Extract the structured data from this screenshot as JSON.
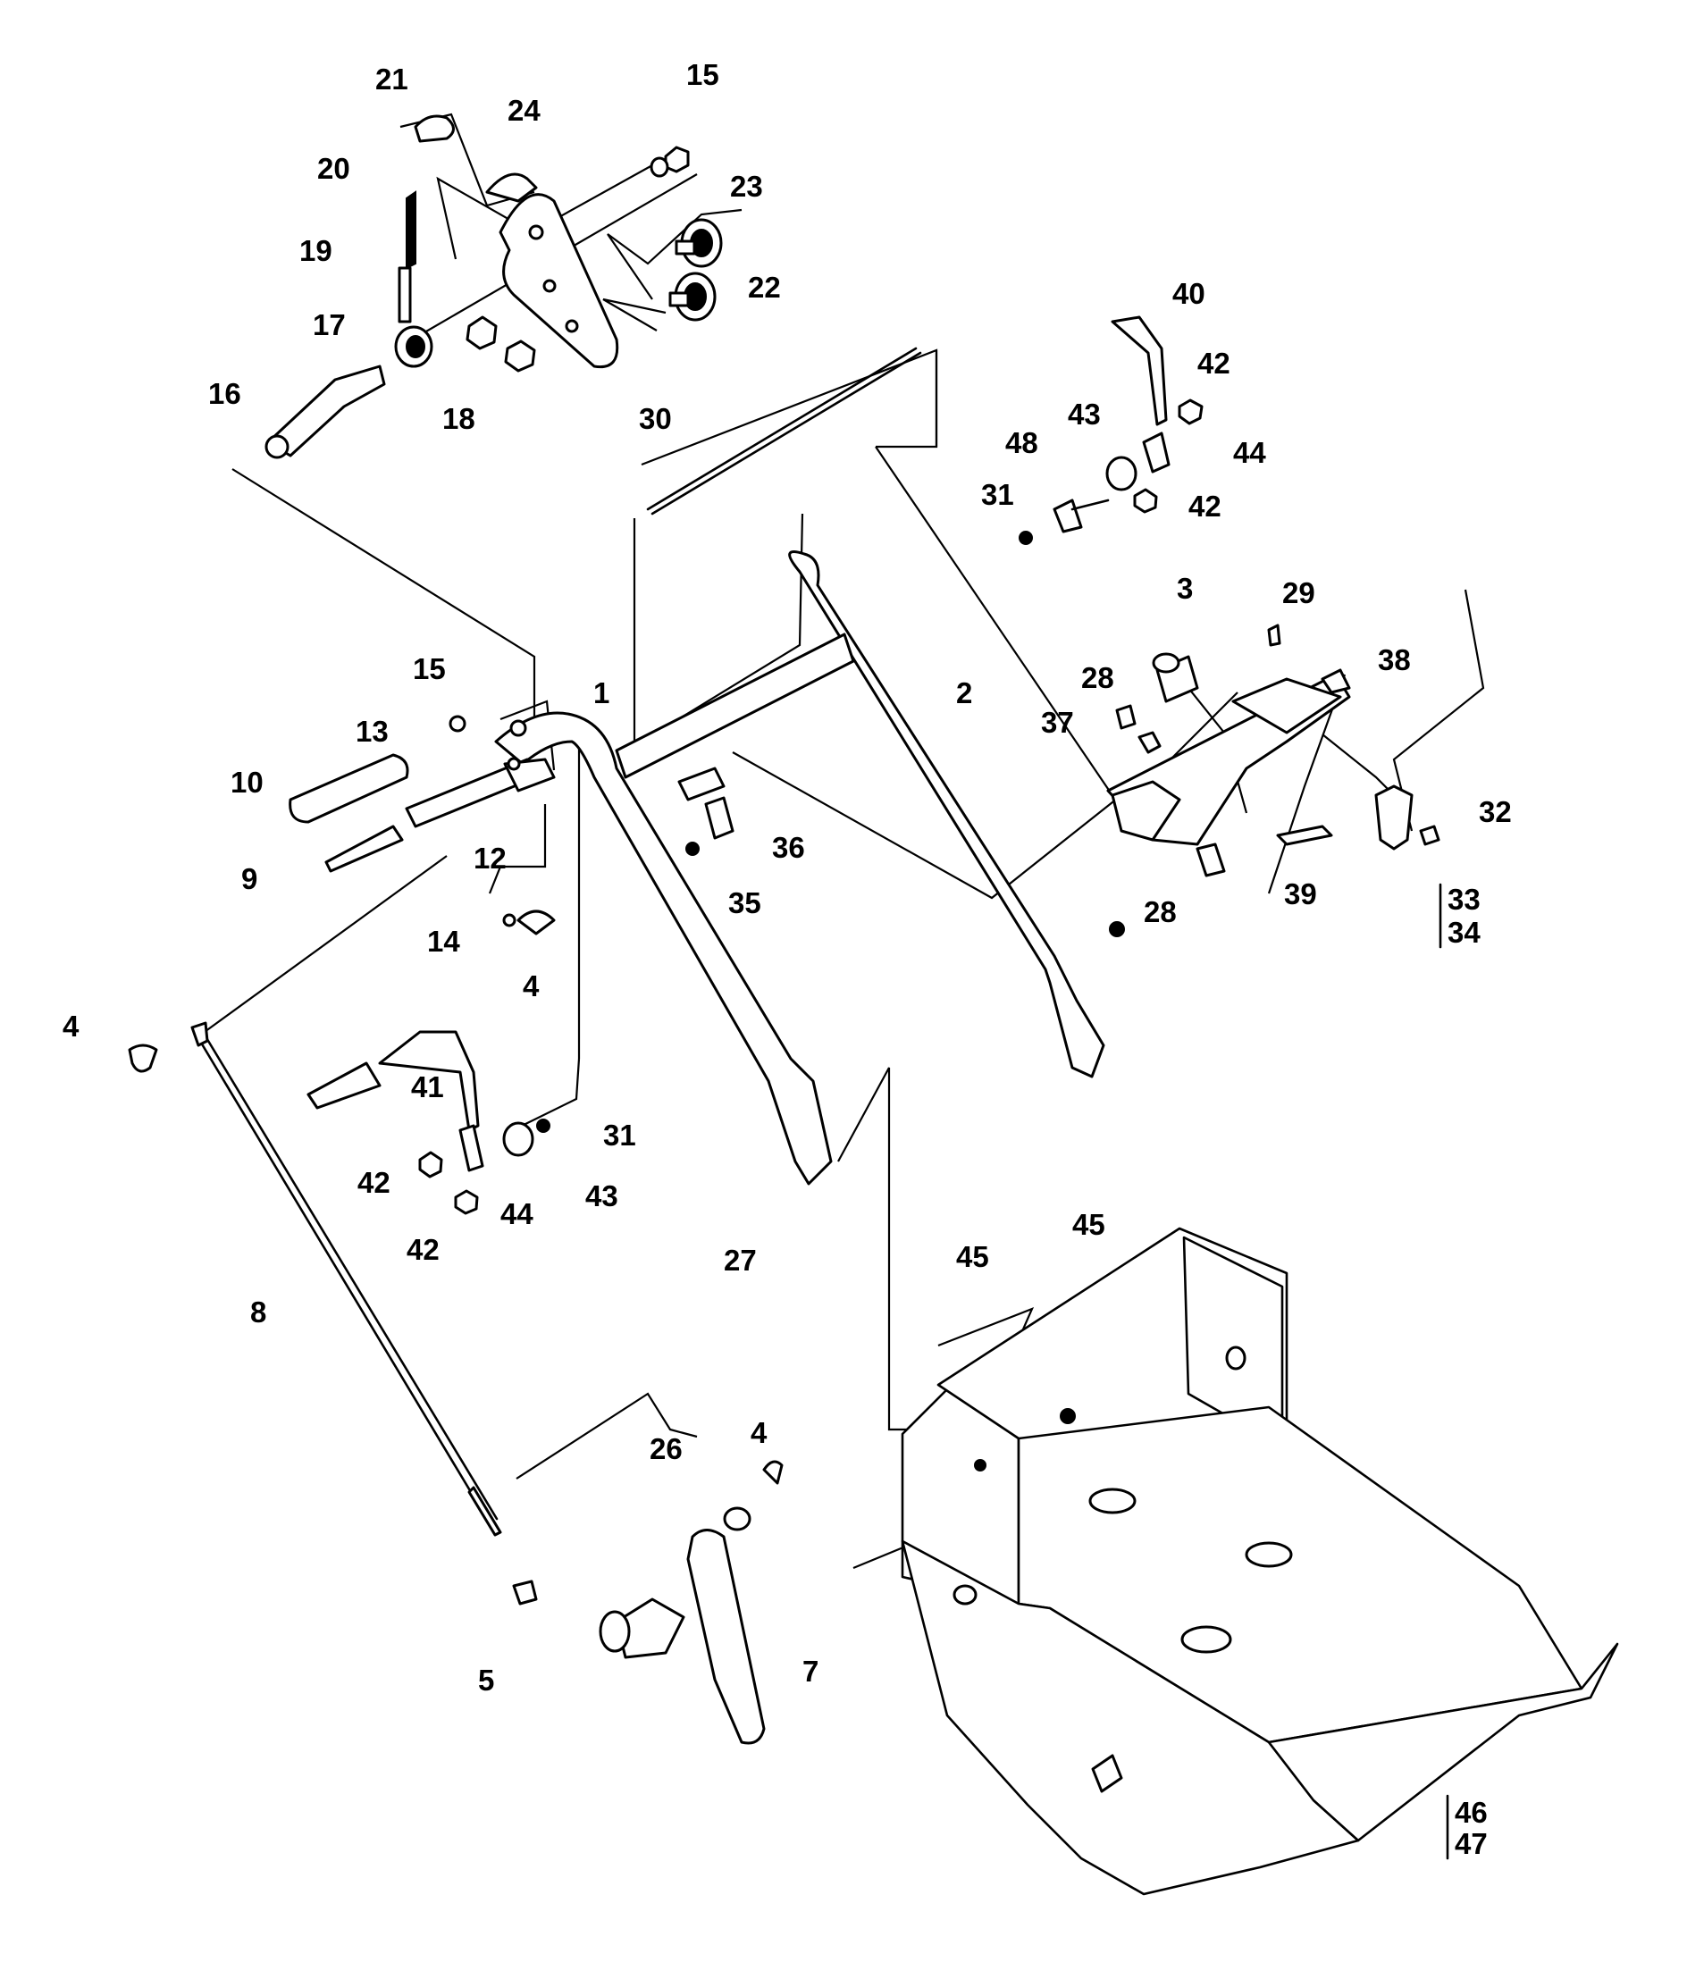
{
  "diagram": {
    "labels": [
      {
        "text": "1"
      },
      {
        "text": "2"
      },
      {
        "text": "3"
      },
      {
        "text": "4"
      },
      {
        "text": "4"
      },
      {
        "text": "4"
      },
      {
        "text": "5"
      },
      {
        "text": "7"
      },
      {
        "text": "8"
      },
      {
        "text": "9"
      },
      {
        "text": "10"
      },
      {
        "text": "12"
      },
      {
        "text": "13"
      },
      {
        "text": "14"
      },
      {
        "text": "15"
      },
      {
        "text": "15"
      },
      {
        "text": "16"
      },
      {
        "text": "17"
      },
      {
        "text": "18"
      },
      {
        "text": "19"
      },
      {
        "text": "20"
      },
      {
        "text": "21"
      },
      {
        "text": "22"
      },
      {
        "text": "23"
      },
      {
        "text": "24"
      },
      {
        "text": "26"
      },
      {
        "text": "27"
      },
      {
        "text": "28"
      },
      {
        "text": "28"
      },
      {
        "text": "29"
      },
      {
        "text": "30"
      },
      {
        "text": "31"
      },
      {
        "text": "31"
      },
      {
        "text": "32"
      },
      {
        "text": "33"
      },
      {
        "text": "34"
      },
      {
        "text": "35"
      },
      {
        "text": "36"
      },
      {
        "text": "37"
      },
      {
        "text": "38"
      },
      {
        "text": "39"
      },
      {
        "text": "40"
      },
      {
        "text": "41"
      },
      {
        "text": "42"
      },
      {
        "text": "42"
      },
      {
        "text": "42"
      },
      {
        "text": "42"
      },
      {
        "text": "43"
      },
      {
        "text": "43"
      },
      {
        "text": "44"
      },
      {
        "text": "44"
      },
      {
        "text": "45"
      },
      {
        "text": "45"
      },
      {
        "text": "46"
      },
      {
        "text": "47"
      },
      {
        "text": "48"
      }
    ]
  }
}
